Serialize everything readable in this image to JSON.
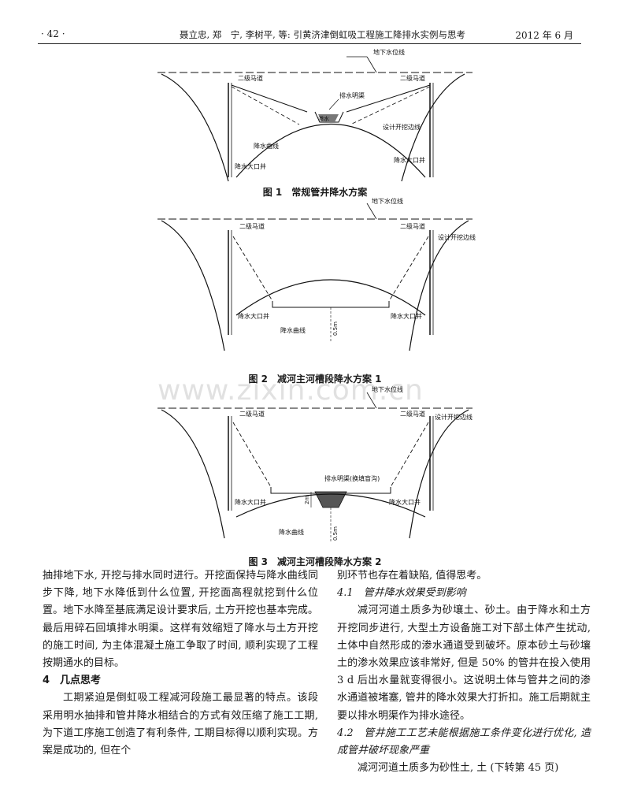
{
  "header": {
    "page": "· 42 ·",
    "title": "聂立忠, 郑　宁, 李树平, 等: 引黄济津倒虹吸工程施工降排水实例与思考",
    "date": "2012 年 6 月"
  },
  "fig1": {
    "caption": "图 1　常规管井降水方案",
    "labels": {
      "water_table": "地下水位线",
      "berm_left": "二级马道",
      "berm_right": "二级马道",
      "drain": "排水明渠",
      "seep": "渗水",
      "excavation_line": "设计开挖边线",
      "drawdown": "降水曲线",
      "well_left": "降水大口井",
      "well_right": "降水大口井"
    }
  },
  "fig2": {
    "caption": "图 2　减河主河槽段降水方案 1",
    "labels": {
      "water_table": "地下水位线",
      "berm_left": "二级马道",
      "berm_right": "二级马道",
      "excavation_line": "设计开挖边线",
      "well_left": "降水大口井",
      "well_right": "降水大口井",
      "drawdown": "降水曲线",
      "dim": "0.5m"
    }
  },
  "fig3": {
    "caption": "图 3　减河主河槽段降水方案 2",
    "labels": {
      "water_table": "地下水位线",
      "berm_left": "二级马道",
      "berm_right": "二级马道",
      "excavation_line": "设计开挖边线",
      "drain": "排水明渠(换填盲沟)",
      "well_left": "降水大口井",
      "well_right": "降水大口井",
      "dim_depth": "2m",
      "dim": "0.5m",
      "drawdown": "降水曲线"
    }
  },
  "watermark": "www.zixin.com.cn",
  "left_col": {
    "p1": "抽排地下水, 开挖与排水同时进行。开挖面保持与降水曲线同步下降, 地下水降低到什么位置, 开挖面高程就挖到什么位置。地下水降至基底满足设计要求后, 土方开挖也基本完成。最后用碎石回填排水明渠。这样有效缩短了降水与土方开挖的施工时间, 为主体混凝土施工争取了时间, 顺利实现了工程按期通水的目标。",
    "sec4": "4　几点思考",
    "p2": "工期紧迫是倒虹吸工程减河段施工最显著的特点。该段采用明水抽排和管井降水相结合的方式有效压缩了施工工期, 为下道工序施工创造了有利条件, 工期目标得以顺利实现。方案是成功的, 但在个"
  },
  "right_col": {
    "p0": "别环节也存在着缺陷, 值得思考。",
    "s41": "4.1　管井降水效果受到影响",
    "p1": "减河河道土质多为砂壤土、砂土。由于降水和土方开挖同步进行, 大型土方设备施工对下部土体产生扰动, 土体中自然形成的渗水通道受到破坏。原本砂土与砂壤土的渗水效果应该非常好, 但是 50% 的管井在投入使用 3 d 后出水量就变得很小。这说明土体与管井之间的渗水通道被堵塞, 管井的降水效果大打折扣。施工后期就主要以排水明渠作为排水途径。",
    "s42": "4.2　管井施工工艺未能根据施工条件变化进行优化, 造成管井破坏现象严重",
    "p2": "减河河道土质多为砂性土, 土 (下转第 45 页)"
  }
}
